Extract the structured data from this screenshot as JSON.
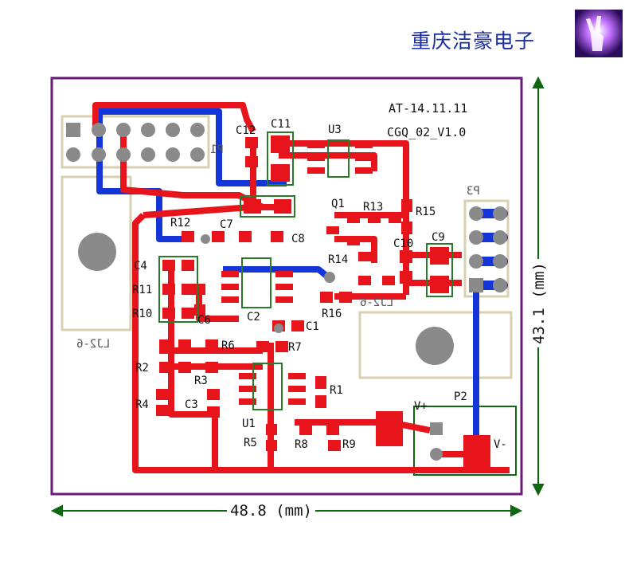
{
  "brand": {
    "name": "重庆洁豪电子",
    "logo": "hand-v-logo-icon"
  },
  "board": {
    "version_line1": "AT-14.11.11",
    "version_line2": "CGQ_02_V1.0",
    "width_label": "48.8 (mm)",
    "height_label": "43.1 (mm)"
  },
  "colors": {
    "top_copper": "#e8141c",
    "bottom_copper": "#1436d8",
    "silk": "#2a7a2a",
    "outline": "#6a1a7a",
    "pad": "#8a8a8a",
    "frame": "#d8d0b0"
  },
  "labels": {
    "C12": "C12",
    "C11": "C11",
    "U3": "U3",
    "Q1": "Q1",
    "R13": "R13",
    "R15": "R15",
    "R12": "R12",
    "C7": "C7",
    "C8": "C8",
    "C10": "C10",
    "C9": "C9",
    "R14": "R14",
    "R16": "R16",
    "C4": "C4",
    "R11": "R11",
    "R10": "R10",
    "C6": "C6",
    "C2": "C2",
    "C1": "C1",
    "R7": "R7",
    "R6": "R6",
    "R2": "R2",
    "R3": "R3",
    "R4": "R4",
    "R1": "R1",
    "C3": "C3",
    "U1": "U1",
    "R5": "R5",
    "R8": "R8",
    "R9": "R9",
    "Vplus": "V+",
    "P2": "P2",
    "Vminus": "V-",
    "P3": "P3",
    "P1": "P1"
  },
  "mirrored": {
    "LJ2_left": "LJ2-6",
    "LJ2_right": "LJ2-6"
  }
}
